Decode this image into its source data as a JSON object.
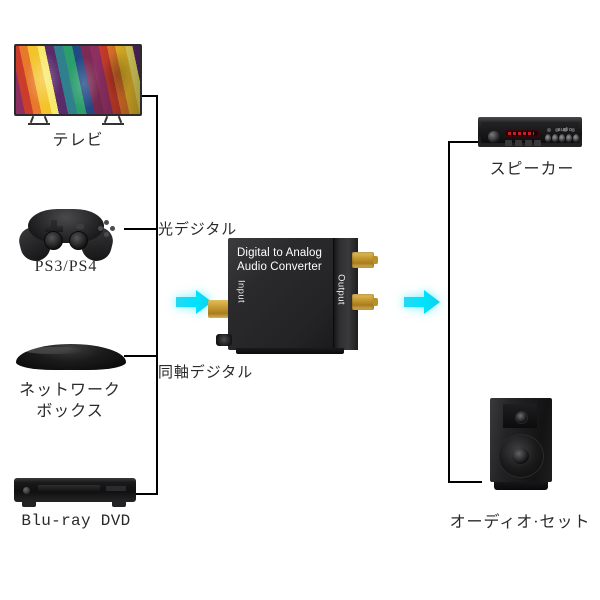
{
  "diagram": {
    "title": "Digital to Analog Audio Converter connection diagram",
    "background": "#ffffff",
    "wire_color": "#000000",
    "arrow_color": "#00e5f5"
  },
  "sources": [
    {
      "id": "tv",
      "label": "テレビ",
      "icon": "television-icon"
    },
    {
      "id": "console",
      "label": "PS3/PS4",
      "icon": "gamepad-icon"
    },
    {
      "id": "netbox",
      "label": "ネットワーク\nボックス",
      "label_line1": "ネットワーク",
      "label_line2": "ボックス",
      "icon": "network-box-icon"
    },
    {
      "id": "bluray",
      "label": "Blu-ray DVD",
      "icon": "bluray-player-icon"
    }
  ],
  "connections": {
    "optical": "光デジタル",
    "coaxial": "同軸デジタル"
  },
  "converter": {
    "title_line1": "Digital to Analog",
    "title_line2": "Audio Converter",
    "input_label": "Input",
    "output_label": "Output",
    "body_color": "#2a2a2c",
    "connector_color": "#c79c34"
  },
  "outputs": [
    {
      "id": "amplifier",
      "label": "スピーカー",
      "icon": "amplifier-icon",
      "brand": "audio"
    },
    {
      "id": "audioset",
      "label": "オーディオ·セット",
      "icon": "speaker-icon"
    }
  ],
  "arrows": {
    "input_arrow": "arrow-right-icon",
    "output_arrow": "arrow-right-icon"
  }
}
